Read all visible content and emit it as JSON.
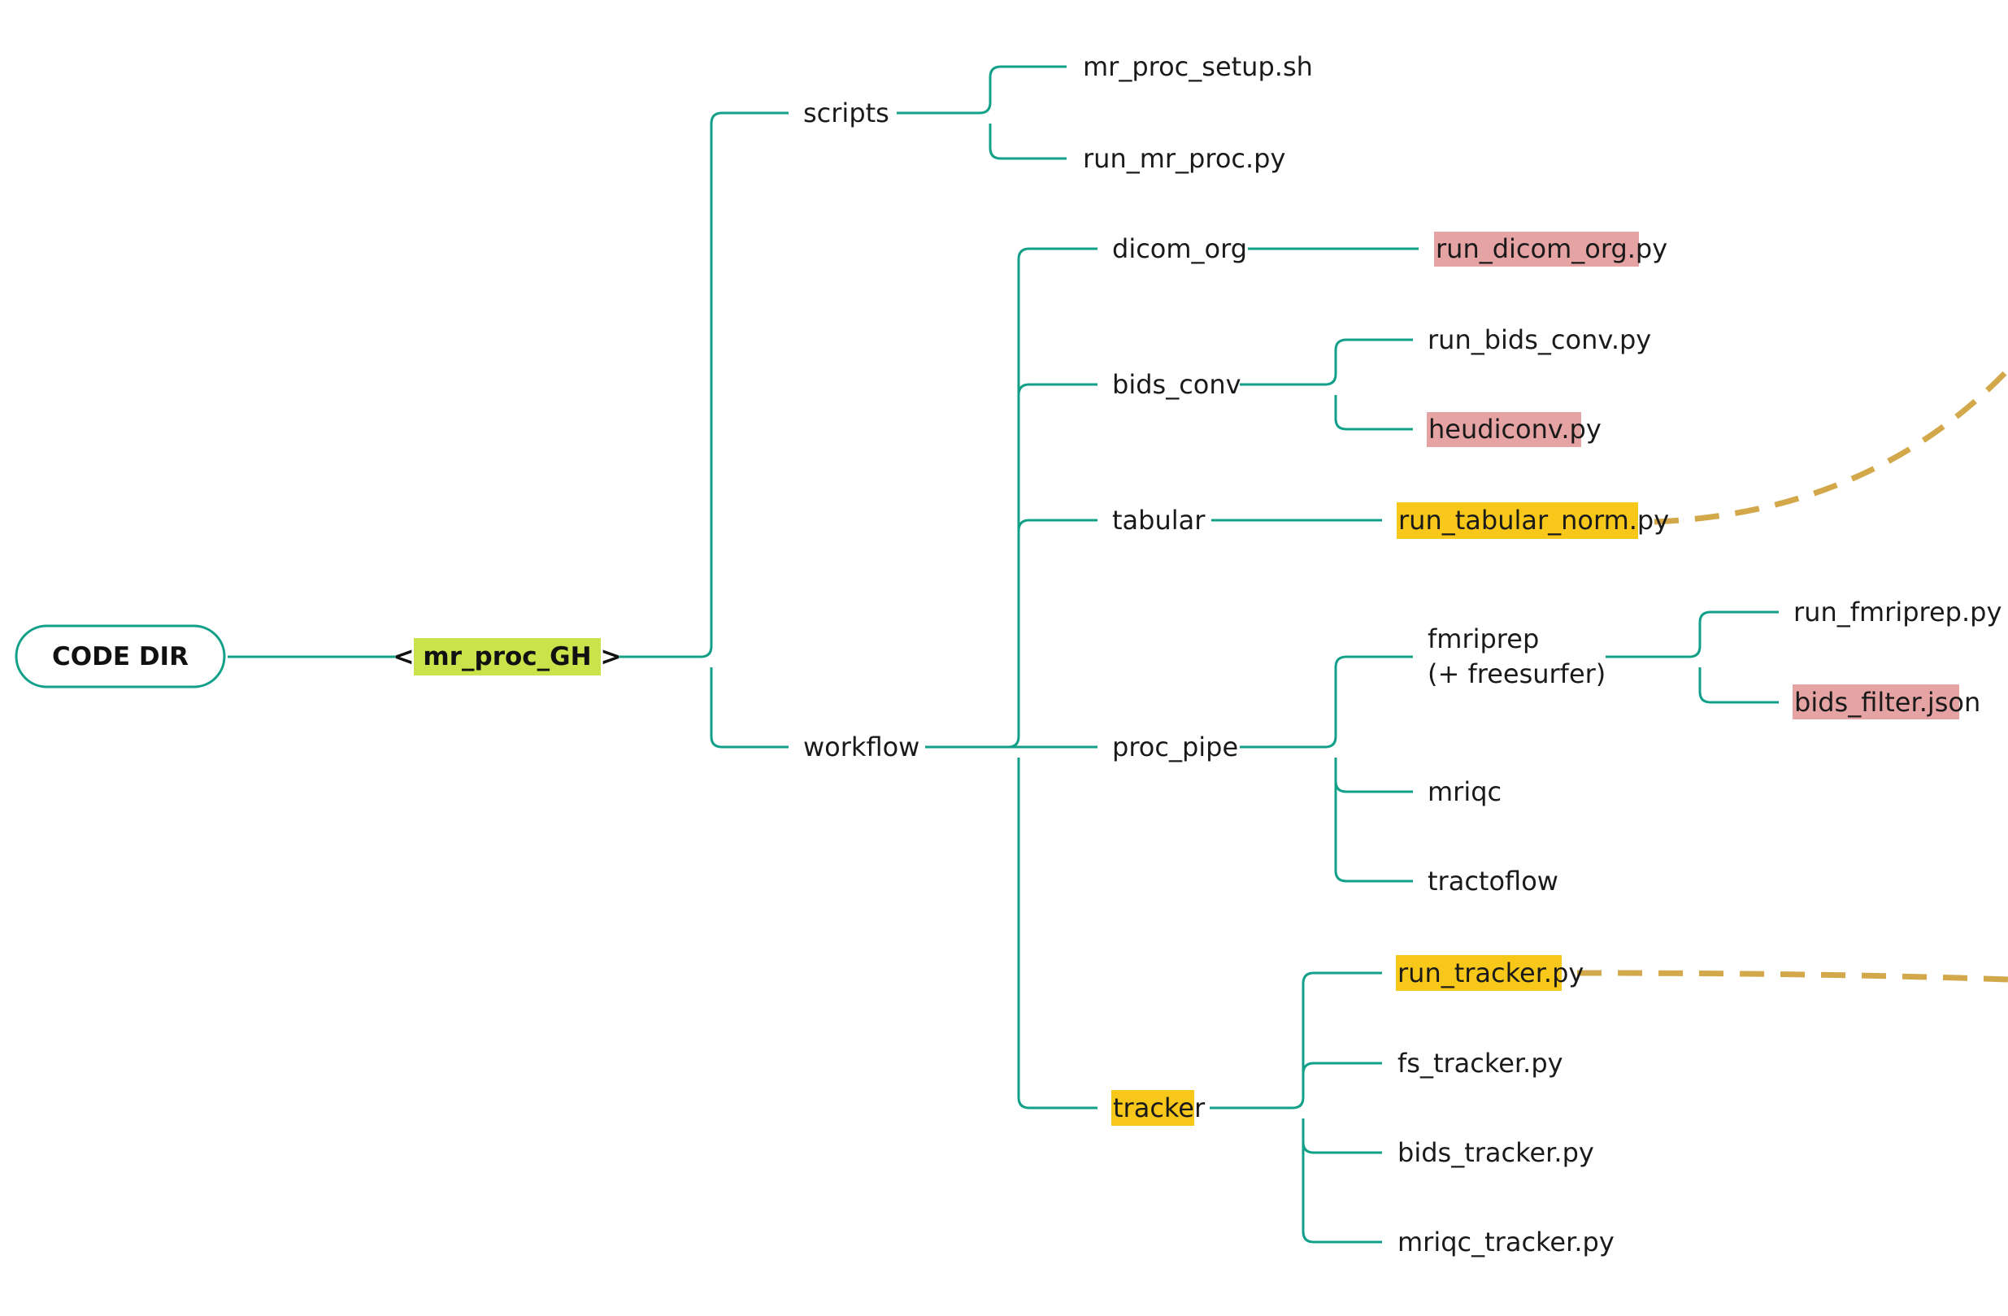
{
  "colors": {
    "connector": "#13a088",
    "root_border": "#13a088",
    "highlight_green": "#cbe34a",
    "highlight_pink": "#e6a3a4",
    "highlight_yellow": "#f7c81a",
    "dashed_link": "#d2a84a"
  },
  "root": {
    "label": "CODE DIR"
  },
  "repo": {
    "label": "< mr_proc_GH >"
  },
  "scripts": {
    "label": "scripts",
    "files": [
      "mr_proc_setup.sh",
      "run_mr_proc.py"
    ]
  },
  "workflow": {
    "label": "workflow",
    "dicom_org": {
      "label": "dicom_org",
      "file": "run_dicom_org.py"
    },
    "bids_conv": {
      "label": "bids_conv",
      "files": [
        "run_bids_conv.py",
        "heudiconv.py"
      ]
    },
    "tabular": {
      "label": "tabular",
      "file": "run_tabular_norm.py"
    },
    "proc_pipe": {
      "label": "proc_pipe",
      "fmriprep": {
        "label_line1": "fmriprep",
        "label_line2": "(+ freesurfer)",
        "files": [
          "run_fmriprep.py",
          "bids_filter.json"
        ]
      },
      "mriqc": "mriqc",
      "tractoflow": "tractoflow"
    },
    "tracker": {
      "label": "tracker",
      "files": [
        "run_tracker.py",
        "fs_tracker.py",
        "bids_tracker.py",
        "mriqc_tracker.py"
      ]
    }
  }
}
